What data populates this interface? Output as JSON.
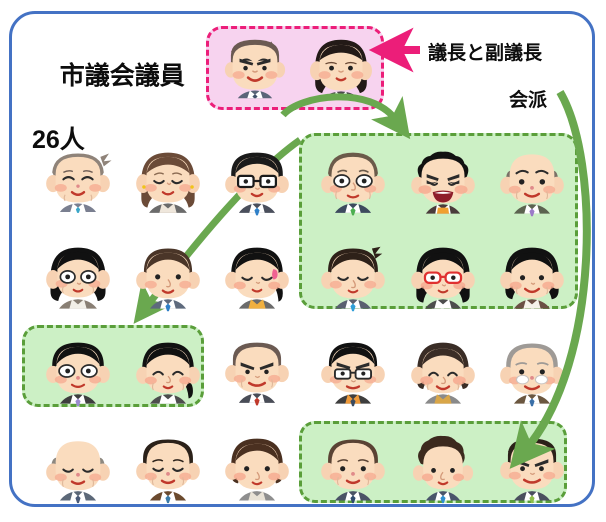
{
  "diagram": {
    "frame_color": "#4472c4",
    "title_line1": "市議会議員",
    "title_line2": "26人",
    "labels": {
      "leaders": "議長と副議長",
      "faction": "会派"
    },
    "colors": {
      "leader_box_border": "#ec1e79",
      "leader_box_fill": "#f7d3ef",
      "faction_box_border": "#5a9e3a",
      "faction_box_fill": "#ccf0c5",
      "leader_arrow": "#ec1e79",
      "faction_arrow": "#6aa84f"
    },
    "groups": [
      {
        "name": "leaders",
        "label": "議長と副議長",
        "kind": "leaders",
        "member_count": 2
      },
      {
        "name": "faction-large",
        "label": "会派",
        "kind": "faction",
        "member_count": 6
      },
      {
        "name": "faction-left",
        "label": "会派",
        "kind": "faction",
        "member_count": 2
      },
      {
        "name": "faction-bottom",
        "label": "会派",
        "kind": "faction",
        "member_count": 3
      }
    ],
    "people": [
      {
        "id": "leader-1",
        "role": "議長",
        "desc": "man-thick-eyebrows-gray-hair",
        "group": "leaders"
      },
      {
        "id": "leader-2",
        "role": "副議長",
        "desc": "woman-black-bob-long",
        "group": "leaders"
      },
      {
        "id": "member-01",
        "role": "議員",
        "desc": "elderly-man-gray-messy-hair",
        "group": "none"
      },
      {
        "id": "member-02",
        "role": "議員",
        "desc": "woman-brown-hair-closed-eyes",
        "group": "none"
      },
      {
        "id": "member-03",
        "role": "議員",
        "desc": "man-glasses-black-hair-blue-tie",
        "group": "none"
      },
      {
        "id": "member-04",
        "role": "議員",
        "desc": "older-man-glasses-green-tie",
        "group": "faction-large"
      },
      {
        "id": "member-05",
        "role": "議員",
        "desc": "young-man-laughing-curly-hair",
        "group": "faction-large"
      },
      {
        "id": "member-06",
        "role": "議員",
        "desc": "bald-older-man-purple-tie",
        "group": "faction-large"
      },
      {
        "id": "member-07",
        "role": "議員",
        "desc": "older-woman-glasses-black-bob",
        "group": "none"
      },
      {
        "id": "member-08",
        "role": "議員",
        "desc": "young-man-brown-hair-blue-tie",
        "group": "none"
      },
      {
        "id": "member-09",
        "role": "議員",
        "desc": "young-woman-side-ponytail-pin",
        "group": "none"
      },
      {
        "id": "member-10",
        "role": "議員",
        "desc": "young-man-closed-eyes-blue-tie",
        "group": "faction-large"
      },
      {
        "id": "member-11",
        "role": "議員",
        "desc": "woman-red-glasses-long-black-hair",
        "group": "faction-large"
      },
      {
        "id": "member-12",
        "role": "議員",
        "desc": "woman-black-bob-brown-suit",
        "group": "faction-large"
      },
      {
        "id": "member-13",
        "role": "議員",
        "desc": "man-glasses-black-hair-purple-tie",
        "group": "faction-left"
      },
      {
        "id": "member-14",
        "role": "議員",
        "desc": "older-woman-smiling-ponytail",
        "group": "faction-left"
      },
      {
        "id": "member-15",
        "role": "議員",
        "desc": "angry-older-man-gray-hair-red-tie",
        "group": "none"
      },
      {
        "id": "member-16",
        "role": "議員",
        "desc": "man-glasses-black-hair-angry",
        "group": "none"
      },
      {
        "id": "member-17",
        "role": "議員",
        "desc": "older-woman-dark-hair-gray-suit",
        "group": "none"
      },
      {
        "id": "member-18",
        "role": "議員",
        "desc": "elderly-man-glasses-gray-hair",
        "group": "none"
      },
      {
        "id": "member-19",
        "role": "議員",
        "desc": "balding-elderly-man-blue-suit",
        "group": "none"
      },
      {
        "id": "member-20",
        "role": "議員",
        "desc": "older-man-dark-hair-brown-suit",
        "group": "none"
      },
      {
        "id": "member-21",
        "role": "議員",
        "desc": "woman-brown-bob-gray-suit",
        "group": "none"
      },
      {
        "id": "member-22",
        "role": "議員",
        "desc": "older-man-brown-hair-navy-suit",
        "group": "faction-bottom"
      },
      {
        "id": "member-23",
        "role": "議員",
        "desc": "person-wavy-brown-hair-blue-tie",
        "group": "faction-bottom"
      },
      {
        "id": "member-24",
        "role": "議員",
        "desc": "man-thick-eyebrows-green-tie",
        "group": "faction-bottom"
      }
    ]
  }
}
